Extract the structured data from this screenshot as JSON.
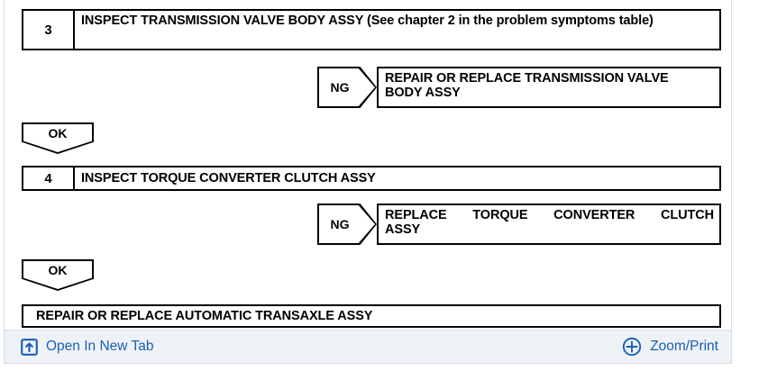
{
  "viewer": {
    "type": "troubleshooting-flowchart-image"
  },
  "flowchart": {
    "steps": [
      {
        "number": "3",
        "title": "INSPECT TRANSMISSION VALVE BODY ASSY (See chapter 2 in the problem symptoms table)",
        "ng_tag": "NG",
        "ng_result_line1": "REPAIR OR REPLACE TRANSMISSION VALVE",
        "ng_result_line2": "BODY ASSY",
        "ok_tag": "OK"
      },
      {
        "number": "4",
        "title": "INSPECT TORQUE CONVERTER CLUTCH ASSY",
        "ng_tag": "NG",
        "ng_result_line1": "REPLACE TORQUE CONVERTER CLUTCH",
        "ng_result_line2": "ASSY",
        "ok_tag": "OK"
      }
    ],
    "final": "REPAIR OR REPLACE AUTOMATIC TRANSAXLE ASSY"
  },
  "action_bar": {
    "open_new_tab": {
      "label": "Open In New Tab",
      "icon": "open-in-new-tab-icon"
    },
    "zoom_print": {
      "label": "Zoom/Print",
      "icon": "zoom-plus-icon"
    },
    "link_color": "#1a5fb4",
    "bar_background": "#eef2f7"
  }
}
